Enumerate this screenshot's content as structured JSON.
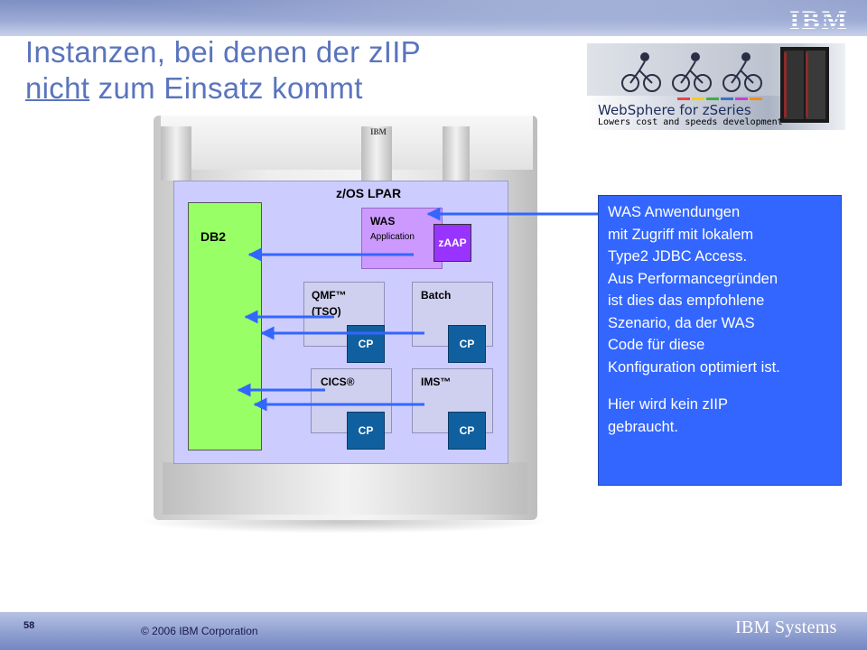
{
  "header": {
    "logo_text": "IBM",
    "title_line1": "Instanzen, bei denen der zIIP",
    "title_line2_underlined": "nicht",
    "title_line2_rest": " zum Einsatz kommt"
  },
  "banner": {
    "product": "WebSphere for zSeries",
    "tagline": "Lowers cost and speeds development"
  },
  "diagram": {
    "lpar_label": "z/OS LPAR",
    "db2_label": "DB2",
    "was_label": "WAS",
    "was_sub": "Application",
    "zaap_label": "zAAP",
    "qmf_line1": "QMF™",
    "qmf_line2": "(TSO)",
    "batch_label": "Batch",
    "cics_label": "CICS®",
    "ims_label": "IMS™",
    "cp_label": "CP"
  },
  "callout": {
    "lines": [
      "WAS Anwendungen",
      "mit Zugriff mit lokalem",
      "Type2 JDBC Access.",
      "Aus Performancegründen",
      "ist dies das empfohlene",
      "Szenario, da der WAS",
      "Code für diese",
      "Konfiguration optimiert ist."
    ],
    "lines2": [
      "Hier wird kein zIIP",
      "gebraucht."
    ]
  },
  "footer": {
    "page_number": "58",
    "copyright": "© 2006 IBM Corporation",
    "brand": "IBM Systems"
  },
  "colors": {
    "title": "#5a74bd",
    "lpar_bg": "#ccccff",
    "db2_bg": "#99ff66",
    "was_bg": "#cc99ff",
    "zaap_bg": "#9933ff",
    "cp_bg": "#1060a0",
    "callout_bg": "#3366ff"
  }
}
